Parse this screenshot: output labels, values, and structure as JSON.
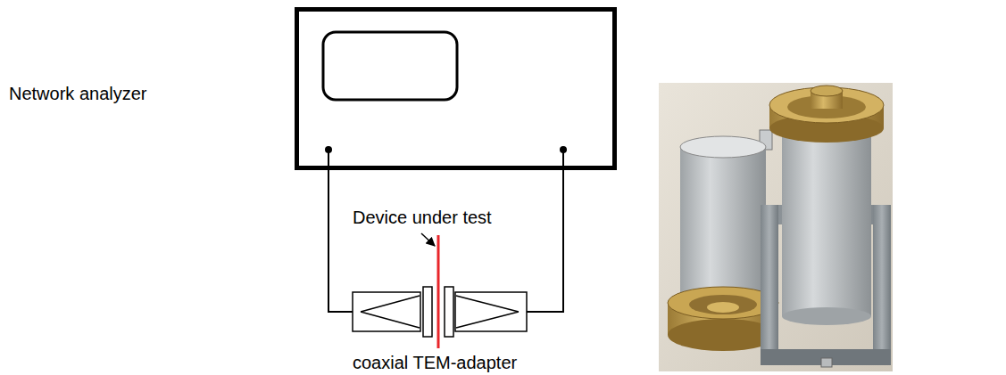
{
  "diagram": {
    "nodes": [
      {
        "text": [
          "Network analyzer"
        ]
      }
    ],
    "labels": [
      "Device under test",
      "coaxial TEM-adapter"
    ]
  }
}
